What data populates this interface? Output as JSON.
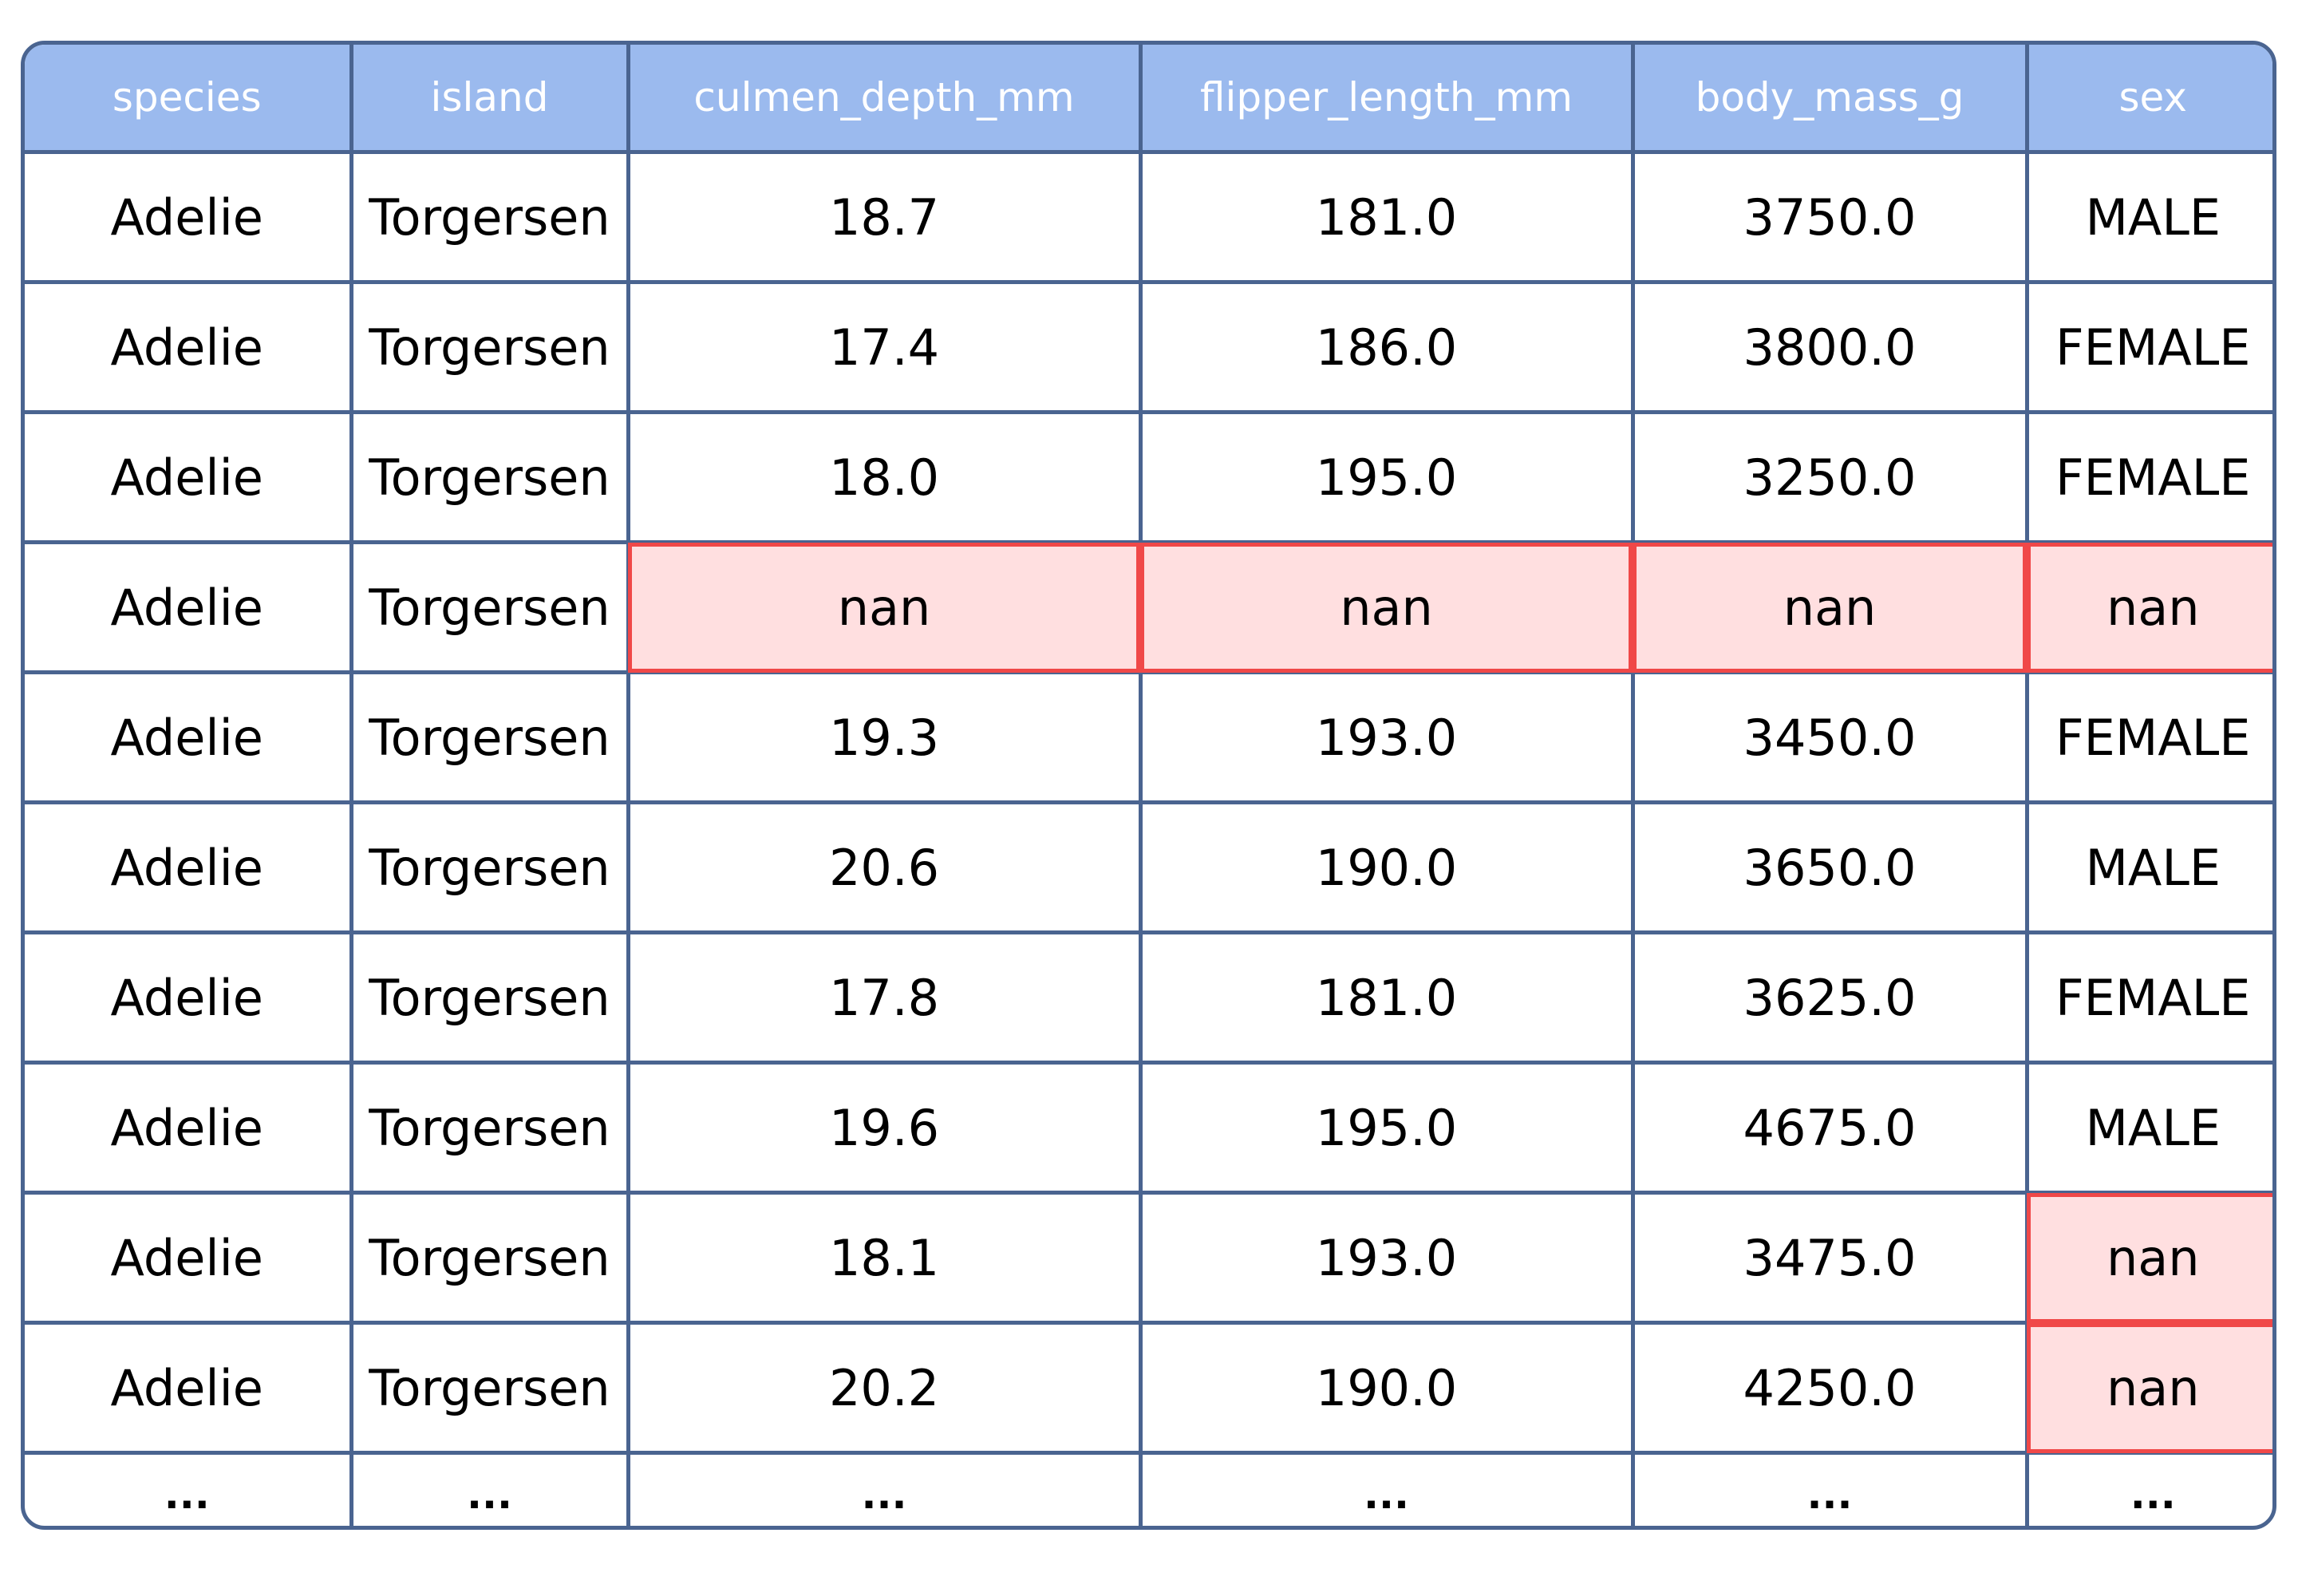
{
  "table": {
    "columns": [
      "species",
      "island",
      "culmen_depth_mm",
      "flipper_length_mm",
      "body_mass_g",
      "sex"
    ],
    "rows": [
      [
        "Adelie",
        "Torgersen",
        "18.7",
        "181.0",
        "3750.0",
        "MALE"
      ],
      [
        "Adelie",
        "Torgersen",
        "17.4",
        "186.0",
        "3800.0",
        "FEMALE"
      ],
      [
        "Adelie",
        "Torgersen",
        "18.0",
        "195.0",
        "3250.0",
        "FEMALE"
      ],
      [
        "Adelie",
        "Torgersen",
        "nan",
        "nan",
        "nan",
        "nan"
      ],
      [
        "Adelie",
        "Torgersen",
        "19.3",
        "193.0",
        "3450.0",
        "FEMALE"
      ],
      [
        "Adelie",
        "Torgersen",
        "20.6",
        "190.0",
        "3650.0",
        "MALE"
      ],
      [
        "Adelie",
        "Torgersen",
        "17.8",
        "181.0",
        "3625.0",
        "FEMALE"
      ],
      [
        "Adelie",
        "Torgersen",
        "19.6",
        "195.0",
        "4675.0",
        "MALE"
      ],
      [
        "Adelie",
        "Torgersen",
        "18.1",
        "193.0",
        "3475.0",
        "nan"
      ],
      [
        "Adelie",
        "Torgersen",
        "20.2",
        "190.0",
        "4250.0",
        "nan"
      ]
    ],
    "ellipsis_row": [
      "...",
      "...",
      "...",
      "...",
      "...",
      "..."
    ]
  },
  "colors": {
    "header_bg": "#9bbaee",
    "border": "#4a6490",
    "missing_bg": "#ffdfe0",
    "missing_border": "#f04848"
  }
}
